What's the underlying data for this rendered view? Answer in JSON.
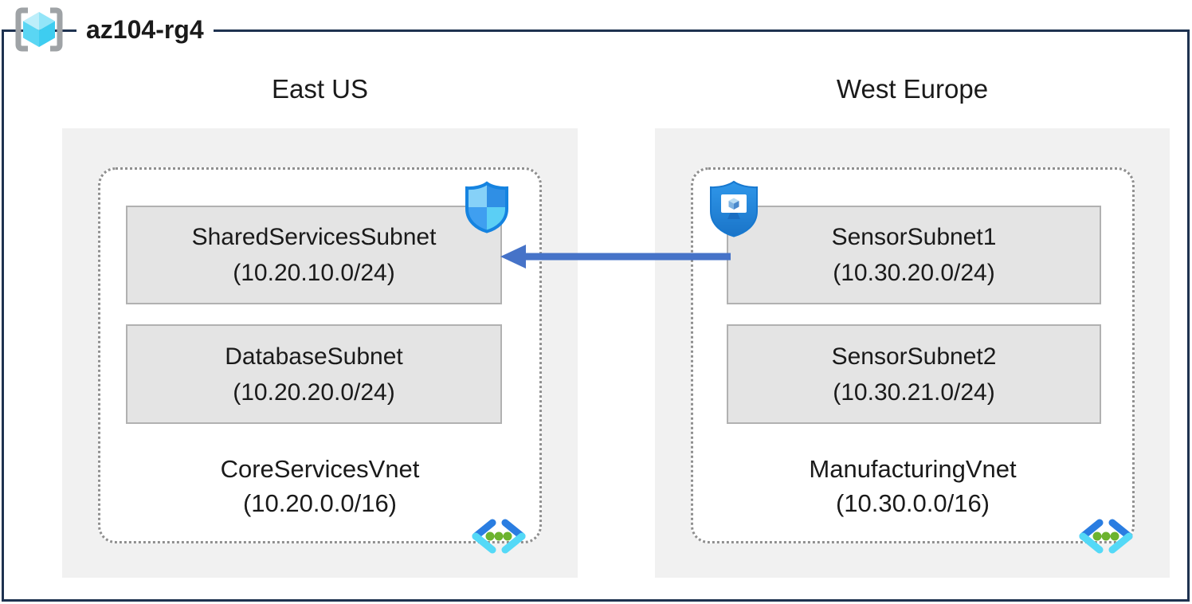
{
  "title": "az104-rg4",
  "regions": [
    {
      "name": "East US",
      "vnet": {
        "name": "CoreServicesVnet",
        "cidr": "(10.20.0.0/16)"
      },
      "subnets": [
        {
          "name": "SharedServicesSubnet",
          "cidr": "(10.20.10.0/24)",
          "badge_icon": "nsg-shield-icon"
        },
        {
          "name": "DatabaseSubnet",
          "cidr": "(10.20.20.0/24)",
          "badge_icon": ""
        }
      ]
    },
    {
      "name": "West Europe",
      "vnet": {
        "name": "ManufacturingVnet",
        "cidr": "(10.30.0.0/16)"
      },
      "subnets": [
        {
          "name": "SensorSubnet1",
          "cidr": "(10.30.20.0/24)",
          "badge_icon": "bastion-icon"
        },
        {
          "name": "SensorSubnet2",
          "cidr": "(10.30.21.0/24)",
          "badge_icon": ""
        }
      ]
    }
  ],
  "connection": {
    "type": "arrow",
    "from_subnet": "SensorSubnet1",
    "to_subnet": "SharedServicesSubnet",
    "direction": "right-to-left"
  },
  "icons": {
    "header": "resource-group-icon",
    "east_badge": "nsg-shield-icon",
    "west_badge": "bastion-icon",
    "vnet_corner": "virtual-network-icon"
  },
  "colors": {
    "frame": "#1e3250",
    "region_bg": "#f1f1f1",
    "vnet_bg": "#ffffff",
    "vnet_border": "#8f8f8f",
    "subnet_bg": "#e4e4e4",
    "subnet_border": "#b1b1b1",
    "arrow": "#4673c8",
    "text": "#1a1a1a"
  }
}
